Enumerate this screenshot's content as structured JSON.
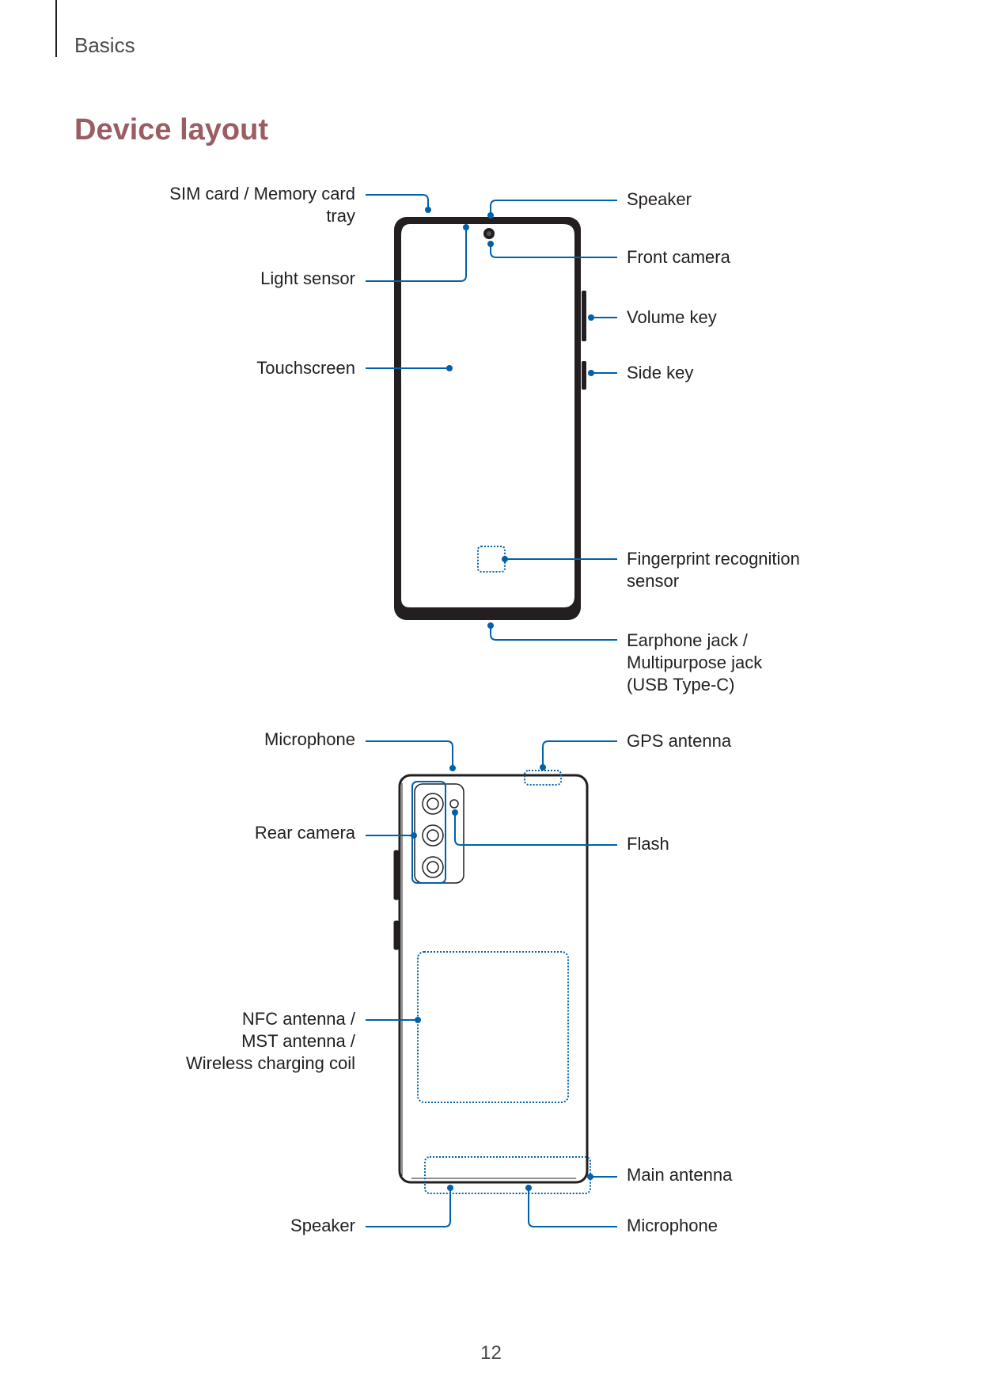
{
  "header": {
    "section": "Basics"
  },
  "title": "Device layout",
  "front_view": {
    "labels_left": [
      {
        "id": "sim-tray",
        "lines": [
          "SIM card / Memory card",
          "tray"
        ]
      },
      {
        "id": "light-sensor",
        "lines": [
          "Light sensor"
        ]
      },
      {
        "id": "touchscreen",
        "lines": [
          "Touchscreen"
        ]
      }
    ],
    "labels_right": [
      {
        "id": "speaker-top",
        "lines": [
          "Speaker"
        ]
      },
      {
        "id": "front-camera",
        "lines": [
          "Front camera"
        ]
      },
      {
        "id": "volume-key",
        "lines": [
          "Volume key"
        ]
      },
      {
        "id": "side-key",
        "lines": [
          "Side key"
        ]
      },
      {
        "id": "fingerprint",
        "lines": [
          "Fingerprint recognition",
          "sensor"
        ]
      },
      {
        "id": "earphone-jack",
        "lines": [
          "Earphone jack /",
          "Multipurpose jack",
          "(USB Type-C)"
        ]
      }
    ]
  },
  "rear_view": {
    "labels_left": [
      {
        "id": "microphone-top",
        "lines": [
          "Microphone"
        ]
      },
      {
        "id": "rear-camera",
        "lines": [
          "Rear camera"
        ]
      },
      {
        "id": "nfc-antenna",
        "lines": [
          "NFC antenna /",
          "MST antenna /",
          "Wireless charging coil"
        ]
      },
      {
        "id": "speaker-bottom",
        "lines": [
          "Speaker"
        ]
      }
    ],
    "labels_right": [
      {
        "id": "gps-antenna",
        "lines": [
          "GPS antenna"
        ]
      },
      {
        "id": "flash",
        "lines": [
          "Flash"
        ]
      },
      {
        "id": "main-antenna",
        "lines": [
          "Main antenna"
        ]
      },
      {
        "id": "microphone-bottom",
        "lines": [
          "Microphone"
        ]
      }
    ]
  },
  "colors": {
    "callout": "#0061a8",
    "title": "#9b5c63",
    "outline": "#231f20"
  },
  "page_number": "12"
}
